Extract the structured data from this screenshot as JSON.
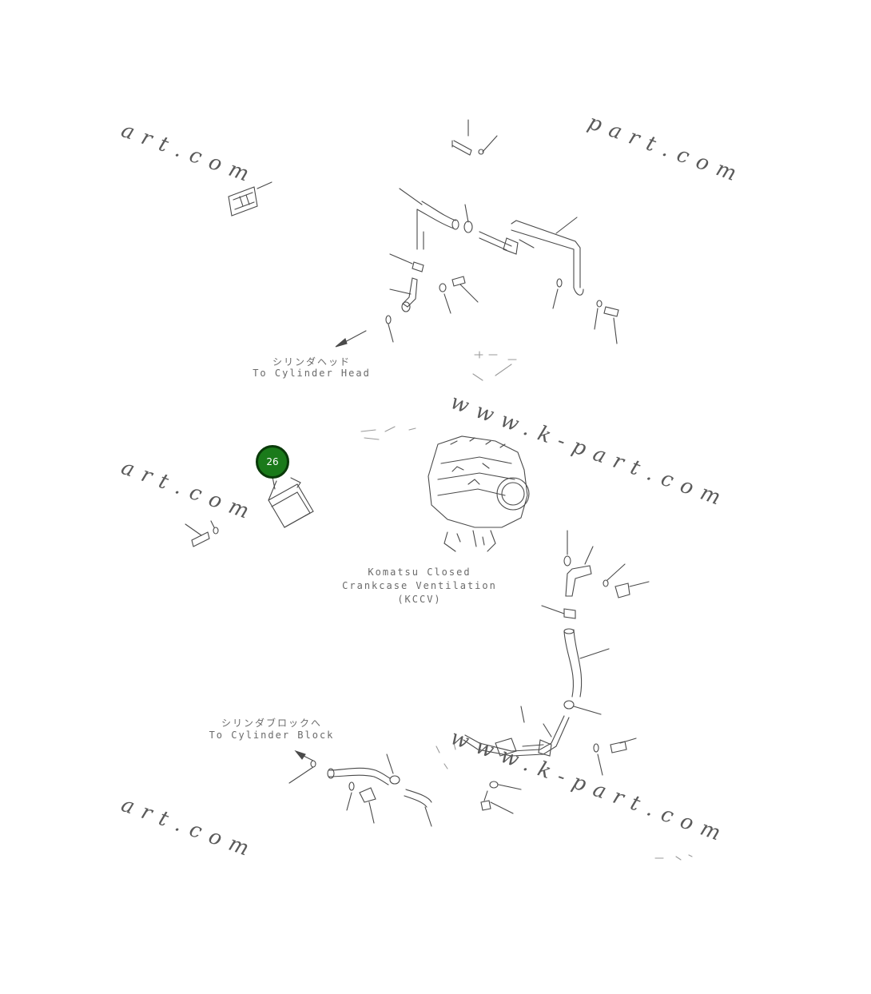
{
  "watermarks": {
    "w1": "art.com",
    "w2": "part.com",
    "w3": "art.com",
    "w4": "www.k-part.com",
    "w5": "art.com",
    "w6": "www.k-part.com"
  },
  "labels": {
    "cylinder_head_jp": "シリンダヘッド",
    "cylinder_head": "To Cylinder Head",
    "ccv_line1": "Komatsu Closed",
    "ccv_line2": "Crankcase Ventilation",
    "ccv_line3": "(KCCV)",
    "cylinder_block_jp": "シリンダブロックへ",
    "cylinder_block": "To Cylinder Block"
  },
  "callout": {
    "number": "26",
    "color": "#1a7a1a"
  },
  "colors": {
    "line": "#4a4a4a",
    "watermark": "#5a5a5a"
  }
}
